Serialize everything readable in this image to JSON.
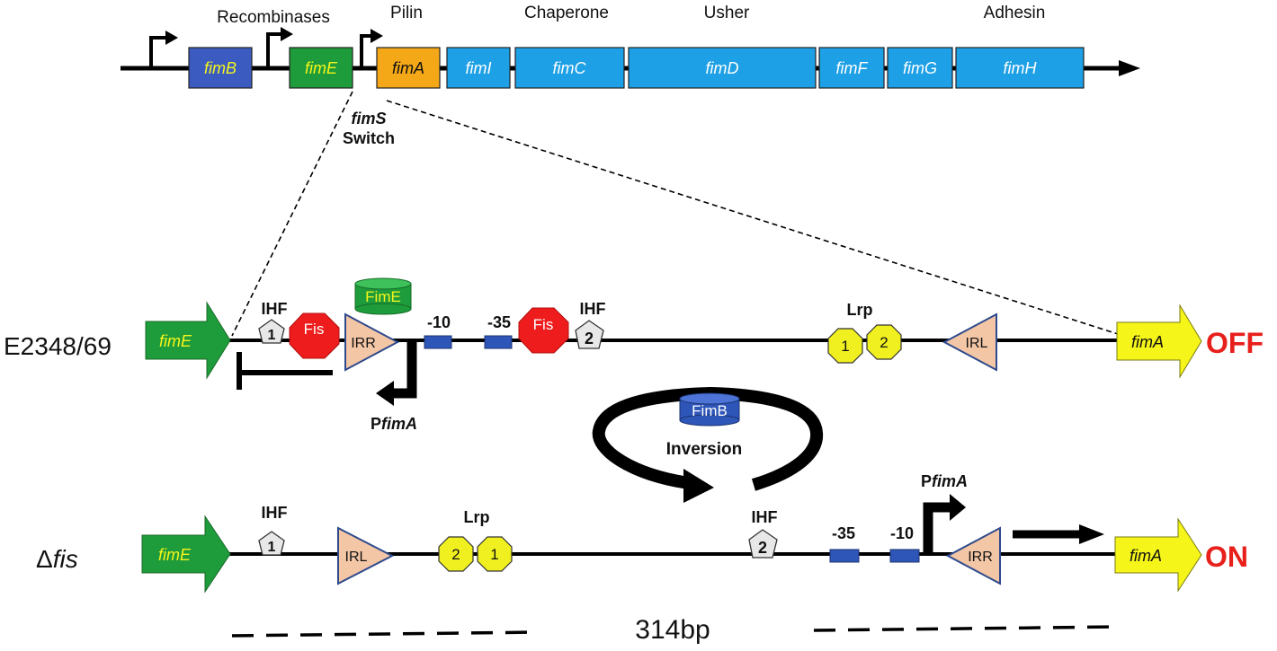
{
  "operon": {
    "group_labels": {
      "recombinases": "Recombinases",
      "pilin": "Pilin",
      "chaperone": "Chaperone",
      "usher": "Usher",
      "adhesin": "Adhesin"
    },
    "genes": {
      "fimB": "fimB",
      "fimE": "fimE",
      "fimA": "fimA",
      "fimI": "fimI",
      "fimC": "fimC",
      "fimD": "fimD",
      "fimF": "fimF",
      "fimG": "fimG",
      "fimH": "fimH"
    },
    "switch_label_gene": "fimS",
    "switch_label_word": "Switch"
  },
  "off_row": {
    "strain": "E2348/69",
    "gene_left": "fimE",
    "gene_right": "fimA",
    "state": "OFF",
    "ihf_label_1": "IHF",
    "ihf_num_1": "1",
    "fis_label_1": "Fis",
    "fime_protein": "FimE",
    "irr": "IRR",
    "minus10": "-10",
    "minus35": "-35",
    "fis_label_2": "Fis",
    "ihf_label_2": "IHF",
    "ihf_num_2": "2",
    "lrp_label": "Lrp",
    "lrp_1": "1",
    "lrp_2": "2",
    "irl": "IRL",
    "promoter_prefix": "P",
    "promoter_gene": "fimA"
  },
  "inversion": {
    "protein": "FimB",
    "label": "Inversion"
  },
  "on_row": {
    "strain_delta": "Δ",
    "strain_gene": "fis",
    "gene_left": "fimE",
    "gene_right": "fimA",
    "state": "ON",
    "ihf_label_1": "IHF",
    "ihf_num_1": "1",
    "irl": "IRL",
    "lrp_label": "Lrp",
    "lrp_2": "2",
    "lrp_1": "1",
    "ihf_label_2": "IHF",
    "ihf_num_2": "2",
    "minus35": "-35",
    "minus10": "-10",
    "promoter_prefix": "P",
    "promoter_gene": "fimA",
    "irr": "IRR"
  },
  "scale": {
    "label": "314bp"
  },
  "colors": {
    "fimB": "#3B5BC0",
    "fimE": "#1E9B3A",
    "fimA_operon": "#F5A817",
    "structural": "#1EA0E6",
    "fimA_arrow": "#F5F51A",
    "fis": "#EE1C1C",
    "ihf": "#E8E8E8",
    "lrp": "#F0F020",
    "repeat": "#F3C6A6",
    "box": "#2E55B8",
    "state": "#E8201C"
  }
}
